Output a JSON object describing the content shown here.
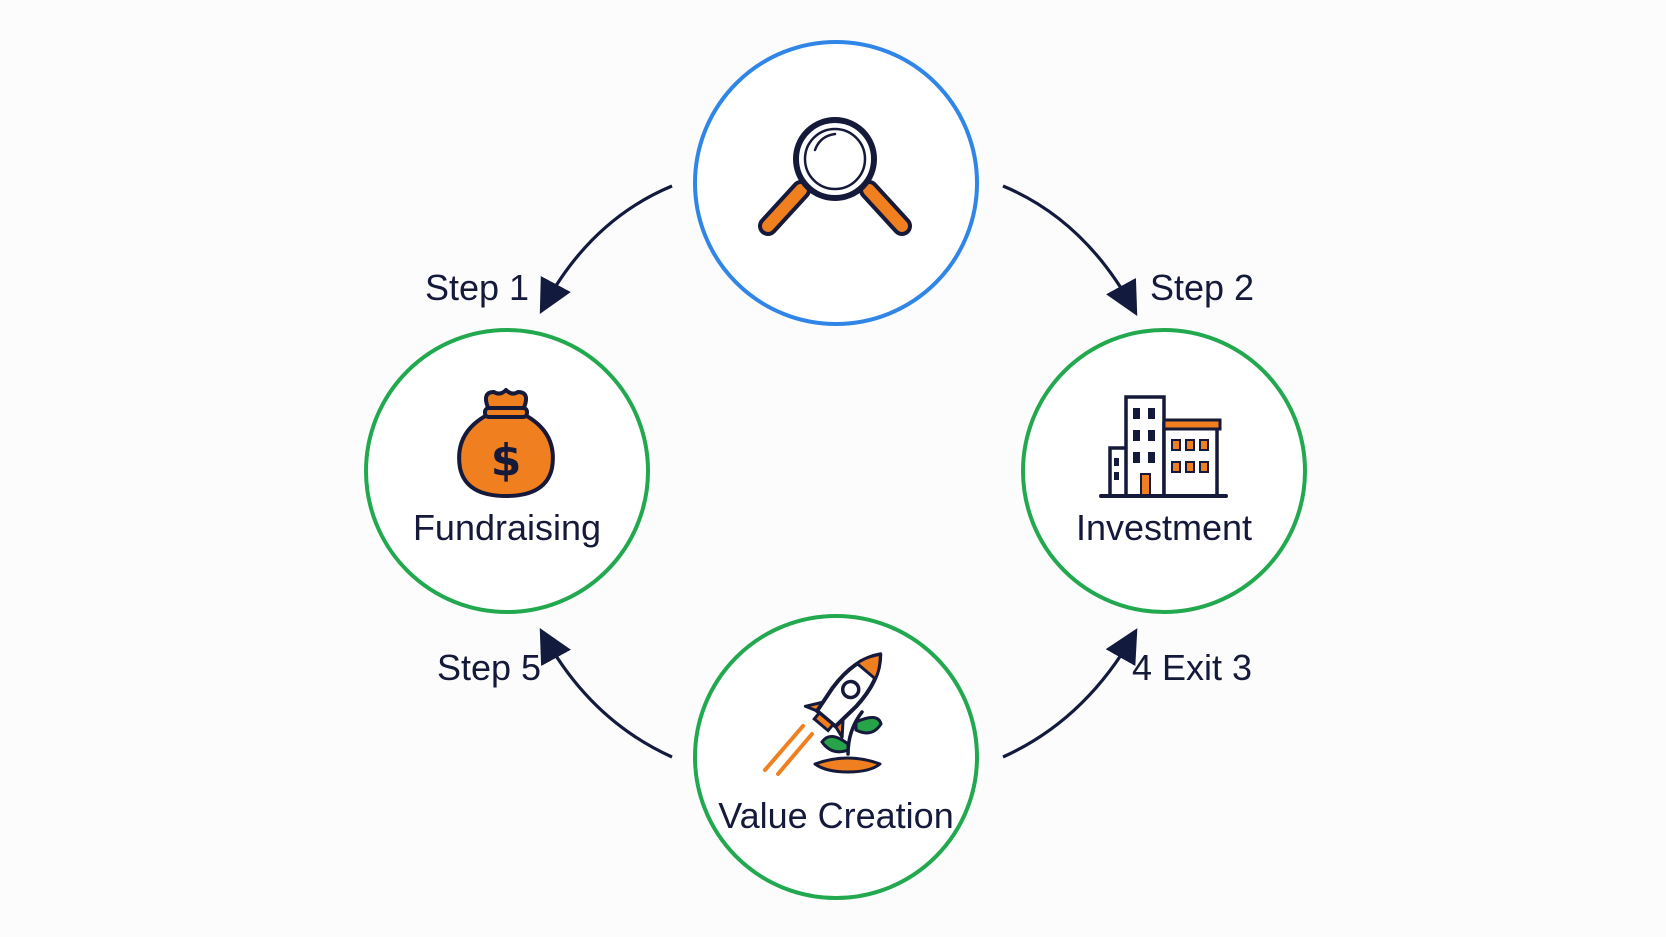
{
  "colors": {
    "background": "#fbfcfb",
    "top_ring": "#2f86e6",
    "stage_ring": "#22a84f",
    "arrow": "#121a3d",
    "ink": "#15193a",
    "accent_orange": "#f07f1f",
    "leaf_green": "#27a34a"
  },
  "top_stage": {
    "icon": "magnifying-glass-icon"
  },
  "stages": {
    "fundraising": {
      "label": "Fundraising",
      "icon": "money-bag-icon"
    },
    "investment": {
      "label": "Investment",
      "icon": "buildings-icon"
    },
    "value_creation": {
      "label": "Value Creation",
      "icon": "rocket-plant-icon"
    }
  },
  "step_labels": {
    "top_left": "Step 1",
    "top_right": "Step 2",
    "bottom_left": "Step 5",
    "bottom_right": "4 Exit 3"
  }
}
